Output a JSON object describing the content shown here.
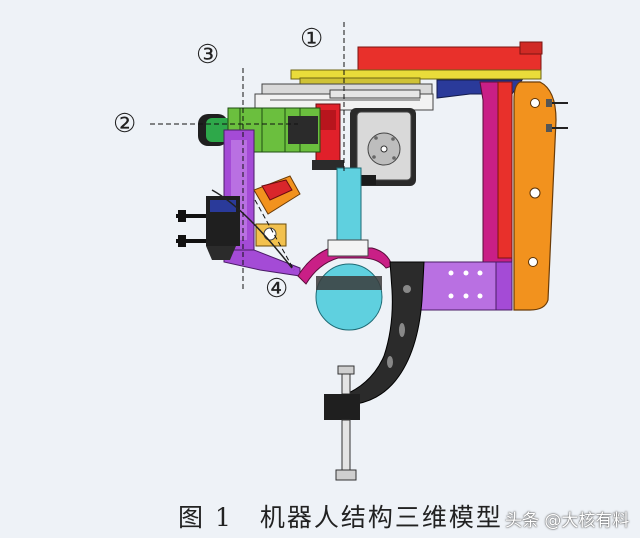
{
  "callouts": {
    "c1": "①",
    "c2": "②",
    "c3": "③",
    "c4": "④"
  },
  "caption": "图 1　机器人结构三维模型",
  "watermark": "头条 @大核有料",
  "colors": {
    "background": "#eef2f7",
    "red_top_bar": "#e8302b",
    "yellow_plate": "#e9dc3a",
    "orange_arm": "#f2921e",
    "navy_bracket": "#2a3a9a",
    "magenta_bracket": "#c91f86",
    "violet_bracket": "#a44bd6",
    "cyan_column": "#5fd0df",
    "green_motor": "#6bbf3e",
    "black_hook": "#2b2b2b"
  }
}
